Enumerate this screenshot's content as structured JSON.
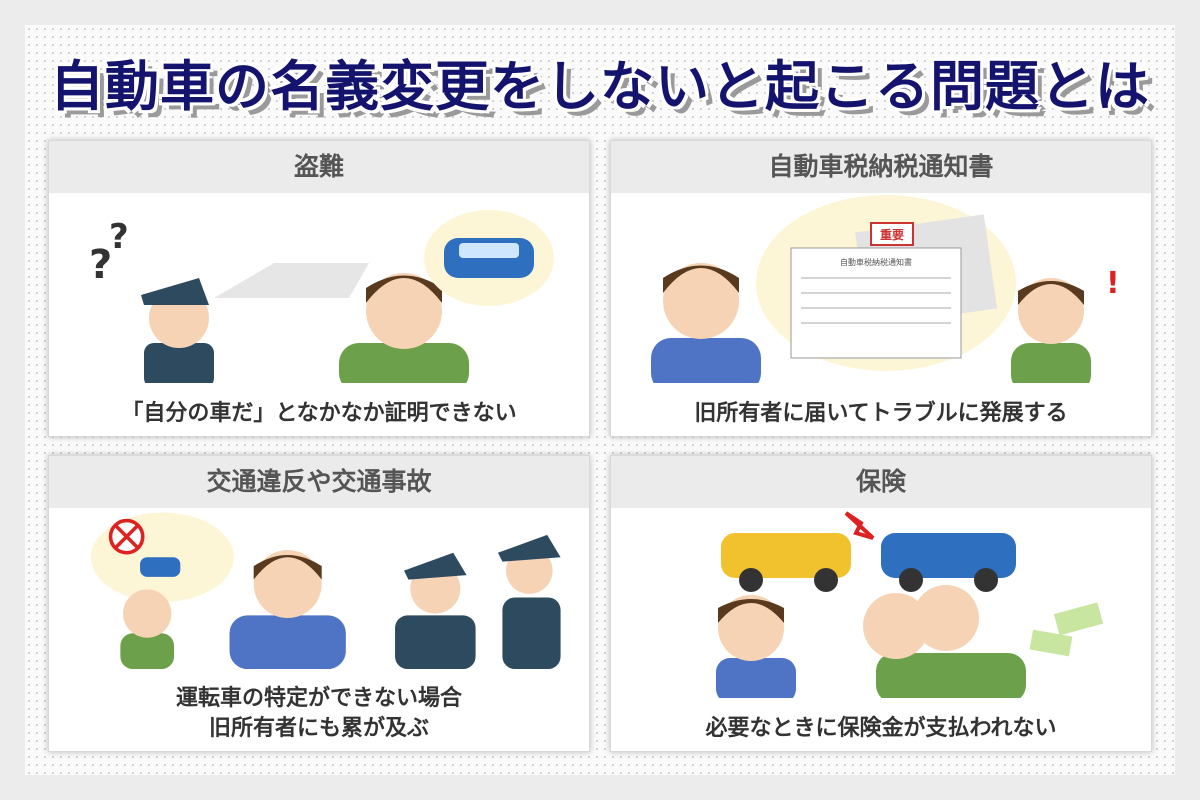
{
  "title": "自動車の名義変更をしないと起こる問題とは",
  "panels": [
    {
      "heading": "盗難",
      "caption": "「自分の車だ」となかなか証明できない"
    },
    {
      "heading": "自動車税納税通知書",
      "caption": "旧所有者に届いてトラブルに発展する",
      "document_title": "自動車税納税通知書",
      "stamp": "重要"
    },
    {
      "heading": "交通違反や交通事故",
      "caption_lines": [
        "運転車の特定ができない場合",
        "旧所有者にも累が及ぶ"
      ]
    },
    {
      "heading": "保険",
      "caption": "必要なときに保険金が支払われない"
    }
  ],
  "colors": {
    "title": "#14146e",
    "header_bg": "#ebebeb",
    "car_blue": "#2f6fc0",
    "car_yellow": "#f2c12e",
    "shirt_green": "#6da04a",
    "shirt_blue": "#4f74c6",
    "police": "#2d4a5e"
  }
}
